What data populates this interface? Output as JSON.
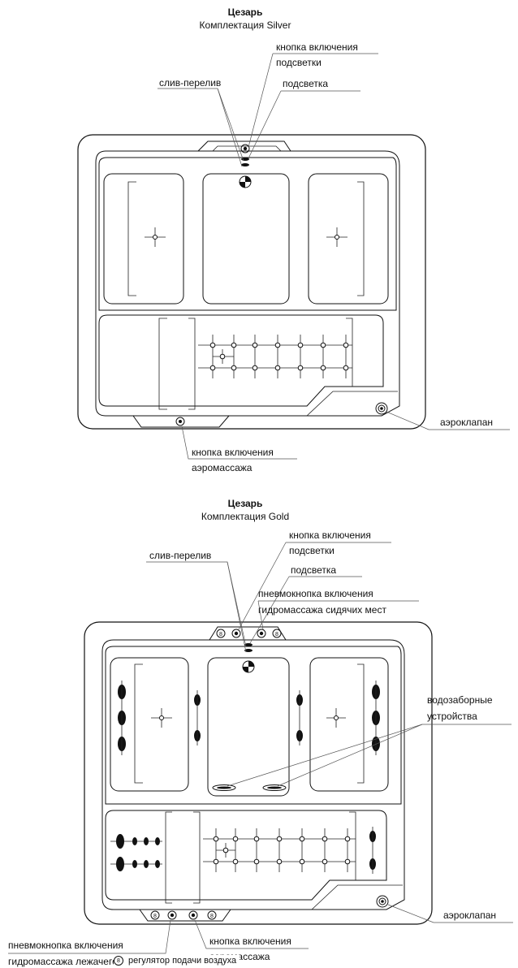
{
  "silver": {
    "title": "Цезарь",
    "subtitle": "Комплектация Silver",
    "labels": {
      "drain": "слив-перелив",
      "light_button_1": "кнопка включения",
      "light_button_2": "подсветки",
      "light": "подсветка",
      "aero_valve": "аэроклапан",
      "aero_button_1": "кнопка включения",
      "aero_button_2": "аэромассажа"
    }
  },
  "gold": {
    "title": "Цезарь",
    "subtitle": "Комплектация Gold",
    "labels": {
      "drain": "слив-перелив",
      "light_button_1": "кнопка включения",
      "light_button_2": "подсветки",
      "light": "подсветка",
      "pneumo_seat_1": "пневмокнопка включения",
      "pneumo_seat_2": "гидромассажа сидячих мест",
      "intake_1": "водозаборные",
      "intake_2": "устройства",
      "aero_valve": "аэроклапан",
      "pneumo_lying_1": "пневмокнопка включения",
      "pneumo_lying_2": "гидромассажа лежачего места",
      "aero_button_1": "кнопка включения",
      "aero_button_2": "аэромассажа"
    },
    "legend": {
      "icon": "air-regulator-icon",
      "text": "регулятор подачи воздуха"
    }
  }
}
